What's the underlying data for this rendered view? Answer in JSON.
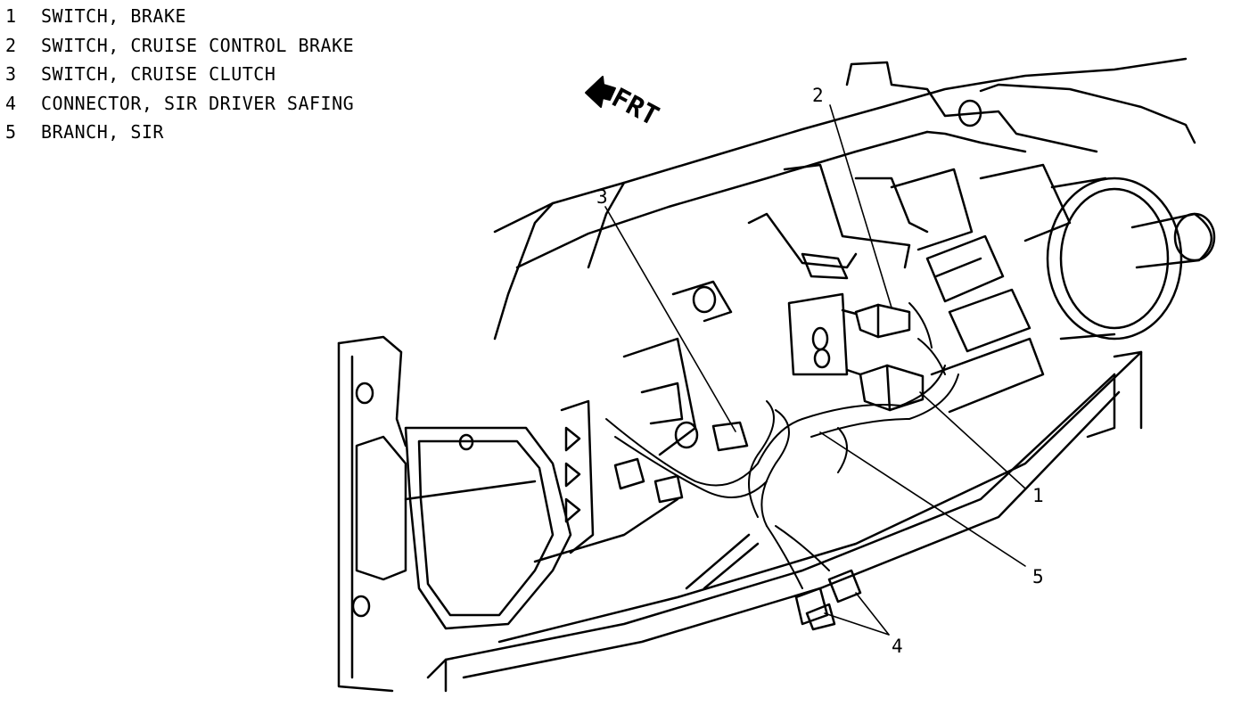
{
  "legend": [
    {
      "num": "1",
      "label": "SWITCH, BRAKE"
    },
    {
      "num": "2",
      "label": "SWITCH, CRUISE CONTROL BRAKE"
    },
    {
      "num": "3",
      "label": "SWITCH, CRUISE CLUTCH"
    },
    {
      "num": "4",
      "label": "CONNECTOR, SIR DRIVER SAFING"
    },
    {
      "num": "5",
      "label": "BRANCH, SIR"
    }
  ],
  "orientation": {
    "label": "FRT",
    "icon": "arrow-left-icon"
  },
  "callouts": [
    "1",
    "2",
    "3",
    "4",
    "5"
  ],
  "colors": {
    "ink": "#000000",
    "paper": "#ffffff"
  }
}
